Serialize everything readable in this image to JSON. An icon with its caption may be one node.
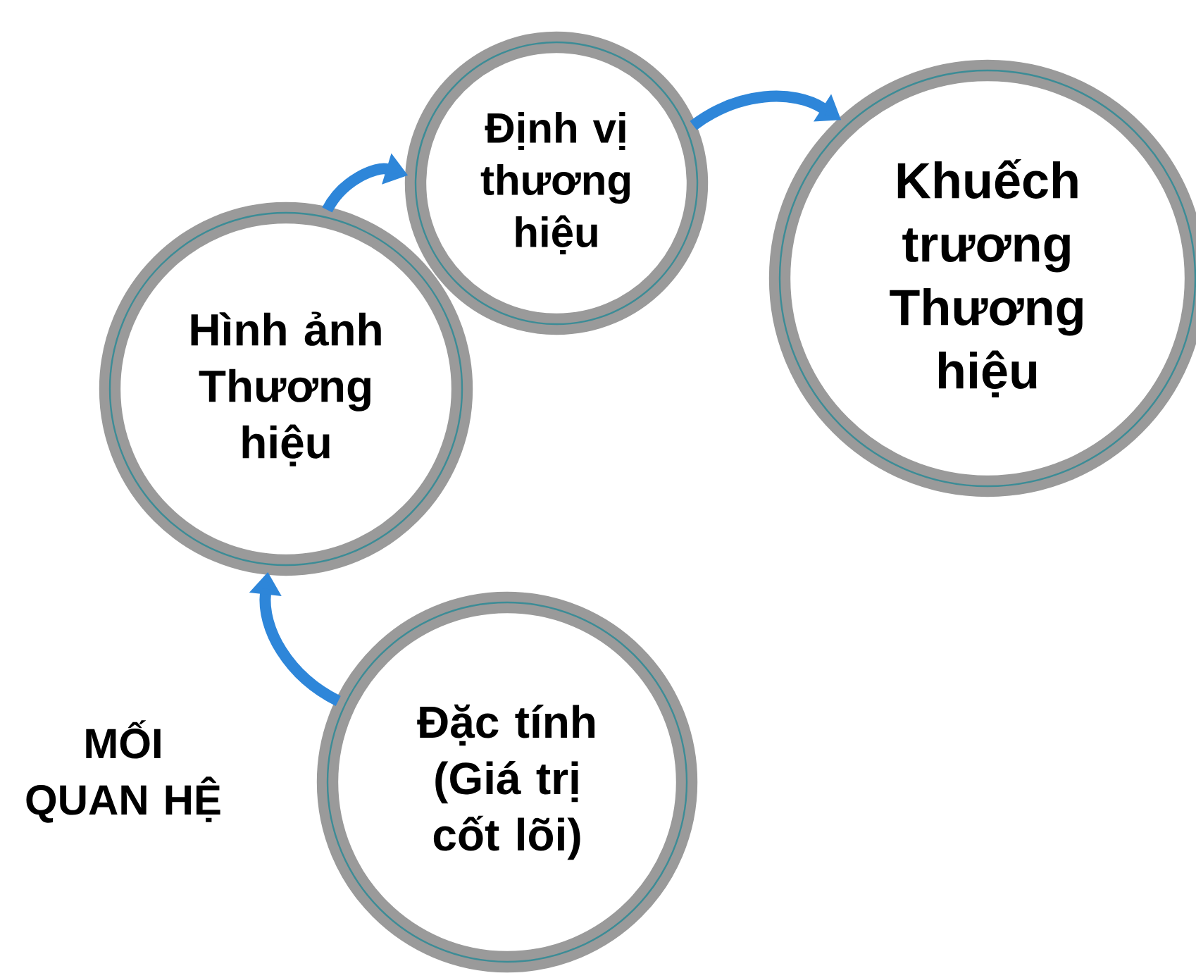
{
  "diagram": {
    "nodes": [
      {
        "text": [
          "Định vị thương hiệu"
        ]
      },
      {
        "text": [
          "Khuếch trương Thương hiệu"
        ]
      },
      {
        "text": [
          "Hình ảnh Thương hiệu"
        ]
      },
      {
        "text": [
          "Đặc tính (Giá trị cốt lõi)"
        ]
      }
    ],
    "edges": [
      {
        "from": 3,
        "to": 2,
        "arrow": "to"
      },
      {
        "from": 2,
        "to": 0,
        "arrow": "to"
      },
      {
        "from": 0,
        "to": 1,
        "arrow": "to"
      }
    ],
    "labels": [
      "MỐI QUAN HỆ"
    ]
  }
}
